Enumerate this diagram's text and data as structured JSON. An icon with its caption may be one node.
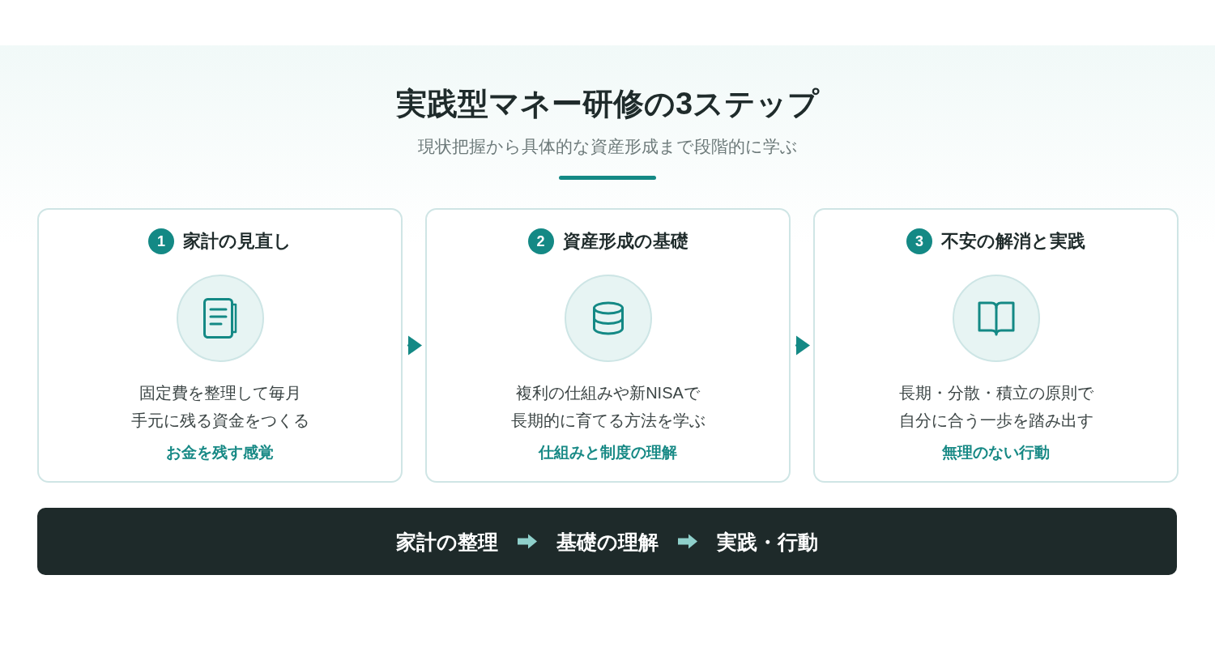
{
  "diagram": {
    "title": "実践型マネー研修の3ステップ",
    "nodes": [
      {
        "text": [
          "1",
          "家計の見直し",
          "固定費を整理して毎月手元に残る資金をつくる",
          "お金を残す感覚"
        ]
      },
      {
        "text": [
          "2",
          "資産形成の基礎",
          "複利の仕組みや新NISAで長期的に育てる方法を学ぶ",
          "仕組みと制度の理解"
        ]
      },
      {
        "text": [
          "3",
          "不安の解消と実践",
          "長期・分散・積立の原則で自分に合う一歩を踏み出す",
          "無理のない行動"
        ]
      },
      {
        "text": [],
        "shape": "bar"
      },
      {
        "text": [
          "家計の整理"
        ],
        "in": 3
      },
      {
        "text": [
          "基礎の理解"
        ],
        "in": 3
      },
      {
        "text": [
          "実践・行動"
        ],
        "in": 3
      }
    ],
    "edges": [
      {
        "from": 0,
        "to": 1,
        "arrow": "to"
      },
      {
        "from": 1,
        "to": 2,
        "arrow": "to"
      },
      {
        "from": 4,
        "to": 5,
        "arrow": "to",
        "style": "thick",
        "color": "#8fd0cb"
      },
      {
        "from": 5,
        "to": 6,
        "arrow": "to",
        "style": "thick",
        "color": "#8fd0cb"
      }
    ],
    "labels": [
      "現状把握から具体的な資産形成まで段階的に学ぶ"
    ]
  }
}
